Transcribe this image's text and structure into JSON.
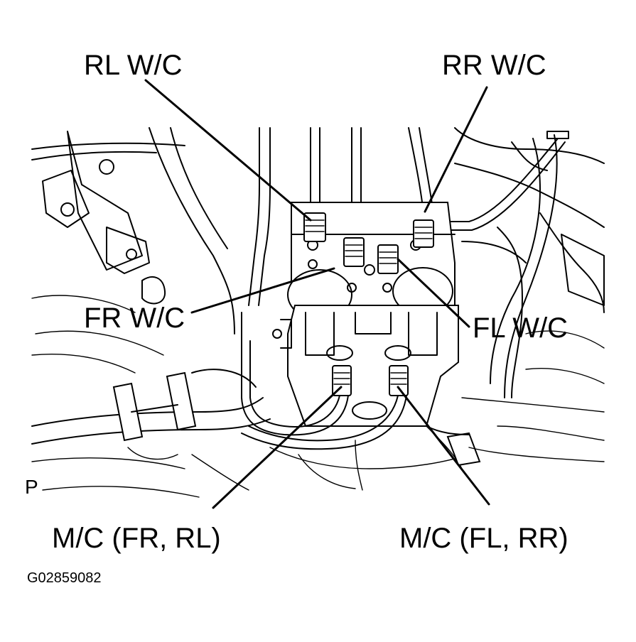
{
  "labels": {
    "rl_wc": "RL W/C",
    "rr_wc": "RR W/C",
    "fr_wc": "FR W/C",
    "fl_wc": "FL W/C",
    "mc_fr_rl": "M/C (FR, RL)",
    "mc_fl_rr": "M/C (FL, RR)",
    "p_mark": "P",
    "figure_code": "G02859082"
  }
}
